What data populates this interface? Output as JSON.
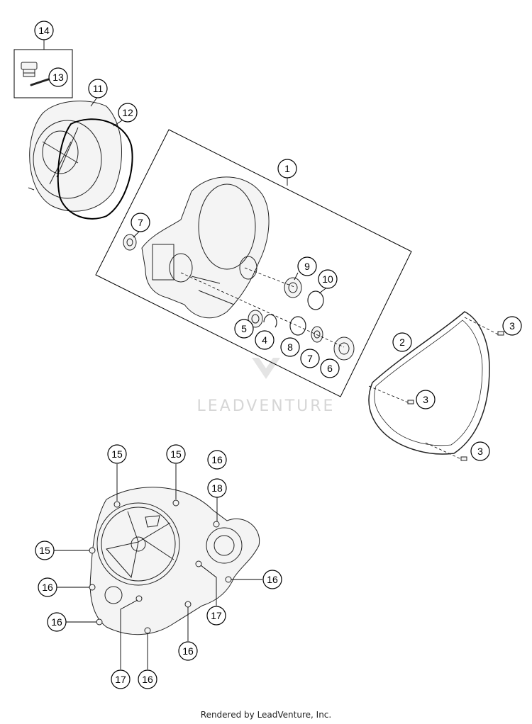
{
  "watermark": "LEADVENTURE",
  "footer": "Rendered by LeadVenture, Inc.",
  "callouts": {
    "c14": "14",
    "c13": "13",
    "c11": "11",
    "c12": "12",
    "c1": "1",
    "c7a": "7",
    "c9": "9",
    "c10": "10",
    "c5": "5",
    "c4": "4",
    "c8": "8",
    "c7b": "7",
    "c6": "6",
    "c2": "2",
    "c3a": "3",
    "c3b": "3",
    "c3c": "3",
    "c15a": "15",
    "c15b": "15",
    "c15c": "15",
    "c16a": "16",
    "c18": "18",
    "c16b": "16",
    "c16c": "16",
    "c16d": "16",
    "c16e": "16",
    "c16f": "16",
    "c17a": "17",
    "c17b": "17"
  },
  "colors": {
    "line": "#222222",
    "watermark": "#d6d6d6"
  }
}
